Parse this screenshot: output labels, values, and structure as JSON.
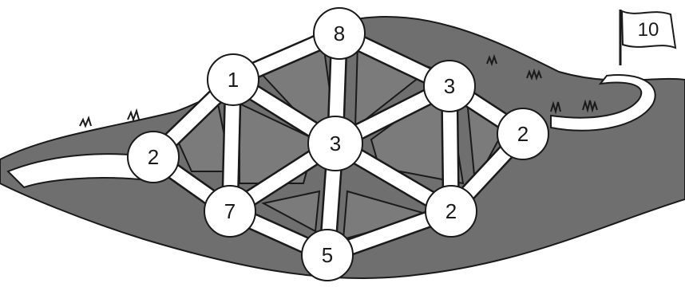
{
  "puzzle": {
    "goal_flag": {
      "label": "10"
    },
    "nodes": [
      {
        "id": "top",
        "label": "8"
      },
      {
        "id": "upper-left",
        "label": "1"
      },
      {
        "id": "upper-right",
        "label": "3"
      },
      {
        "id": "left",
        "label": "2"
      },
      {
        "id": "center",
        "label": "3"
      },
      {
        "id": "right",
        "label": "2"
      },
      {
        "id": "lower-left",
        "label": "7"
      },
      {
        "id": "lower-right",
        "label": "2"
      },
      {
        "id": "bottom",
        "label": "5"
      }
    ]
  },
  "colors": {
    "hill": "#6f6f6f",
    "hill_dark": "#4a4a4a",
    "cell": "#7b7b7b",
    "path": "#ffffff",
    "outline": "#1a1a1a"
  }
}
